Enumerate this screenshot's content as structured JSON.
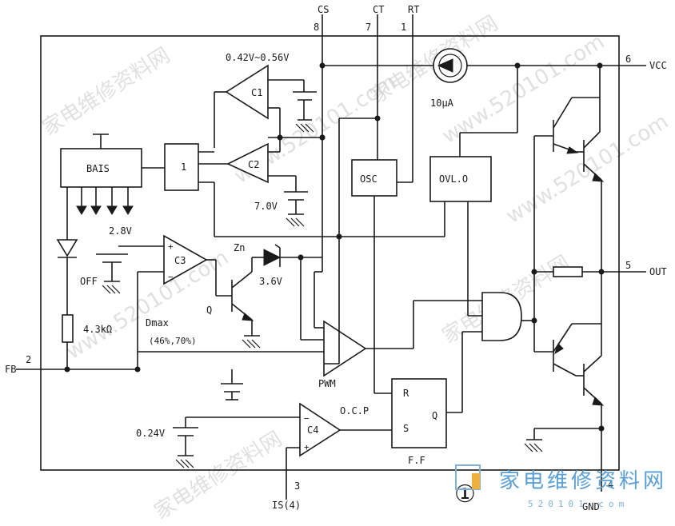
{
  "pins": {
    "cs": "CS",
    "cs_num": "8",
    "ct": "CT",
    "ct_num": "7",
    "rt": "RT",
    "rt_num": "1",
    "vcc": "VCC",
    "vcc_num": "6",
    "out": "OUT",
    "out_num": "5",
    "gnd": "GND",
    "gnd_num": "4",
    "fb": "FB",
    "fb_num": "2",
    "is": "IS(4)",
    "is_num": "3"
  },
  "blocks": {
    "bais": "BAIS",
    "gate1": "1",
    "osc": "OSC",
    "ovlo": "OVL.O",
    "pwm": "PWM",
    "ff": "F.F",
    "ff_r": "R",
    "ff_s": "S",
    "ff_q": "Q"
  },
  "comparators": {
    "c1": "C1",
    "c2": "C2",
    "c3": "C3",
    "c4": "C4"
  },
  "labels": {
    "c1_ref": "0.42V~0.56V",
    "c2_ref": "7.0V",
    "c3_ref": "2.8V",
    "c4_ref": "0.24V",
    "current_src": "10μA",
    "zener_name": "Zn",
    "zener_volt": "3.6V",
    "transistor_q": "Q",
    "off": "OFF",
    "resistor": "4.3kΩ",
    "dmax": "Dmax",
    "dmax_val": "(46%,70%)",
    "ocp": "O.C.P",
    "plus": "+",
    "minus": "−",
    "circle_num": "①"
  },
  "watermark": {
    "logo_cn": "家电维修资料网",
    "logo_url": "520101.com",
    "diag_cn": "家电维修资料网",
    "diag_url": "www.520101.com"
  }
}
